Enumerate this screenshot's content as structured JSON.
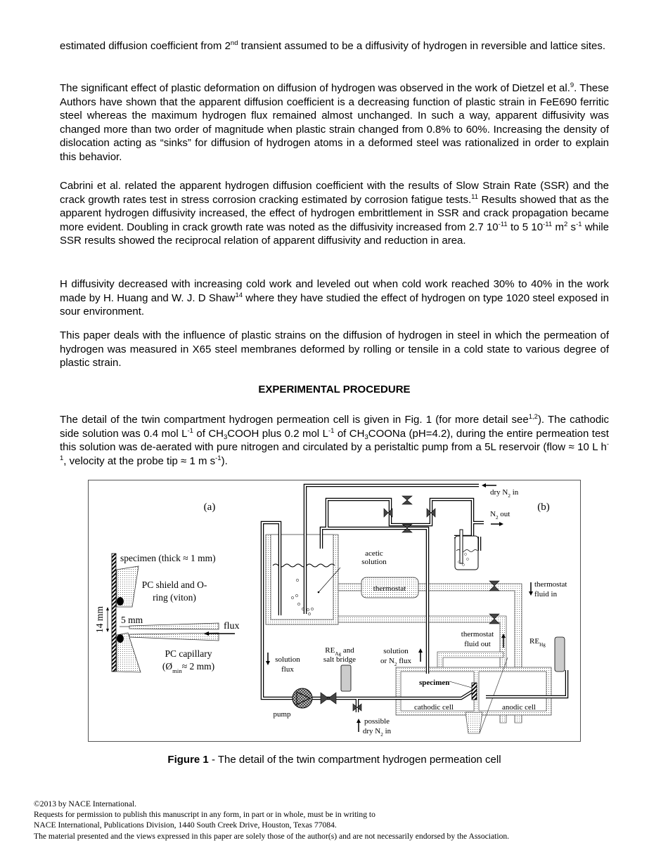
{
  "body": {
    "paragraphs": [
      [
        {
          "t": "estimated diffusion coefficient from 2"
        },
        {
          "sup": "nd"
        },
        {
          "t": " transient assumed to be a diffusivity of hydrogen in reversible and lattice sites."
        }
      ],
      [
        {
          "t": "The significant effect of plastic deformation on diffusion of hydrogen was observed in the work of Dietzel et al."
        },
        {
          "sup": "9"
        },
        {
          "t": ". These Authors have shown that the apparent diffusion coefficient is a decreasing function of plastic strain in FeE690 ferritic steel whereas the maximum hydrogen flux remained almost unchanged. In such a way, apparent diffusivity was changed more than two order of magnitude when plastic strain changed from 0.8% to 60%. Increasing the density of dislocation acting as “sinks” for diffusion of hydrogen atoms in a deformed steel was rationalized in order to explain this behavior."
        }
      ],
      [
        {
          "t": "Cabrini et al. related the apparent hydrogen diffusion coefficient with the results of Slow Strain Rate (SSR) and the crack growth rates test in stress corrosion cracking estimated by corrosion fatigue tests."
        },
        {
          "sup": "11"
        },
        {
          "t": " Results showed that as the apparent hydrogen diffusivity increased, the effect of hydrogen embrittlement in SSR and crack propagation became more evident. Doubling in crack growth rate was noted as the diffusivity increased from 2.7 10"
        },
        {
          "sup": "-11"
        },
        {
          "t": " to 5 10"
        },
        {
          "sup": "-11"
        },
        {
          "t": " m"
        },
        {
          "sup": "2"
        },
        {
          "t": " s"
        },
        {
          "sup": "-1"
        },
        {
          "t": " while SSR results showed the reciprocal relation of apparent diffusivity and reduction in area."
        }
      ],
      [
        {
          "t": "H diffusivity decreased with increasing cold work and leveled out when cold work reached 30% to 40% in the work made by H. Huang and W. J. D Shaw"
        },
        {
          "sup": "14"
        },
        {
          "t": " where they have studied the effect of hydrogen on type 1020 steel exposed in sour environment."
        }
      ],
      [
        {
          "t": "This paper deals with the influence of plastic strains on the diffusion of hydrogen in steel in which the permeation of hydrogen was measured in X65 steel membranes deformed by rolling or tensile in a cold state to various degree of plastic strain."
        }
      ]
    ],
    "section_heading": "EXPERIMENTAL PROCEDURE",
    "procedure_paragraph": [
      {
        "t": "The detail of the twin compartment hydrogen permeation cell is given in Fig. 1 (for more detail see"
      },
      {
        "sup": "1,2"
      },
      {
        "t": "). The cathodic side solution was 0.4 mol L"
      },
      {
        "sup": "-1"
      },
      {
        "t": " of CH"
      },
      {
        "sub": "3"
      },
      {
        "t": "COOH plus 0.2 mol L"
      },
      {
        "sup": "-1"
      },
      {
        "t": " of CH"
      },
      {
        "sub": "3"
      },
      {
        "t": "COONa (pH=4.2), during the entire permeation test this solution was de-aerated with pure nitrogen and circulated by a peristaltic pump from a 5L reservoir (flow ≈ 10 L h"
      },
      {
        "sup": "-1"
      },
      {
        "t": ", velocity at the probe tip ≈ 1 m s"
      },
      {
        "sup": "-1"
      },
      {
        "t": ")."
      }
    ]
  },
  "figure": {
    "labels": {
      "panel_a": [
        {
          "t": "(a)"
        }
      ],
      "panel_b": [
        {
          "t": "(b)"
        }
      ],
      "specimen_thick": [
        {
          "t": "specimen (thick ≈ 1 mm)"
        }
      ],
      "pc_shield_1": [
        {
          "t": "PC shield and O-"
        }
      ],
      "pc_shield_2": [
        {
          "t": "ring (viton)"
        }
      ],
      "dim_14mm": [
        {
          "t": "14 mm"
        }
      ],
      "dim_5mm": [
        {
          "t": "5 mm"
        }
      ],
      "flux": [
        {
          "t": "flux"
        }
      ],
      "pc_capillary_1": [
        {
          "t": "PC capillary"
        }
      ],
      "pc_capillary_2": [
        {
          "t": "(Ø"
        },
        {
          "sub": "min"
        },
        {
          "t": "≈ 2 mm)"
        }
      ],
      "dry_n2_in": [
        {
          "t": "dry N"
        },
        {
          "sub": "2"
        },
        {
          "t": " in"
        }
      ],
      "n2_out": [
        {
          "t": "N"
        },
        {
          "sub": "2"
        },
        {
          "t": " out"
        }
      ],
      "acetic_1": [
        {
          "t": "acetic"
        }
      ],
      "acetic_2": [
        {
          "t": "solution"
        }
      ],
      "thermostat": [
        {
          "t": "thermostat"
        }
      ],
      "thermostat_in_1": [
        {
          "t": "thermostat"
        }
      ],
      "thermostat_in_2": [
        {
          "t": "fluid in"
        }
      ],
      "thermostat_out_1": [
        {
          "t": "thermostat"
        }
      ],
      "thermostat_out_2": [
        {
          "t": "fluid out"
        }
      ],
      "re_hg": [
        {
          "t": "RE"
        },
        {
          "sub": "Hg"
        }
      ],
      "re_ag_1": [
        {
          "t": "RE"
        },
        {
          "sub": "Ag"
        },
        {
          "t": " and"
        }
      ],
      "re_ag_2": [
        {
          "t": "salt bridge"
        }
      ],
      "solution_n2_1": [
        {
          "t": "solution"
        }
      ],
      "solution_n2_2": [
        {
          "t": "or N"
        },
        {
          "sub": "2"
        },
        {
          "t": " flux"
        }
      ],
      "solution_flux_1": [
        {
          "t": "solution"
        }
      ],
      "solution_flux_2": [
        {
          "t": "flux"
        }
      ],
      "specimen": [
        {
          "t": "specimen"
        }
      ],
      "cathodic_cell": [
        {
          "t": "cathodic cell"
        }
      ],
      "anodic_cell": [
        {
          "t": "anodic cell"
        }
      ],
      "pump": [
        {
          "t": "pump"
        }
      ],
      "possible_1": [
        {
          "t": "possible"
        }
      ],
      "possible_2": [
        {
          "t": "dry N"
        },
        {
          "sub": "2"
        },
        {
          "t": " in"
        }
      ]
    },
    "caption_label": "Figure 1",
    "caption_text": " - The detail of the twin compartment hydrogen permeation cell"
  },
  "footer": {
    "lines": [
      "©2013 by NACE International.",
      "Requests for permission to publish this manuscript in any form, in part or in whole, must be in writing to",
      "NACE International, Publications Division, 1440 South Creek Drive, Houston, Texas 77084.",
      "The material presented and the views expressed in this paper are solely those of the author(s) and are not necessarily endorsed by the Association."
    ]
  }
}
